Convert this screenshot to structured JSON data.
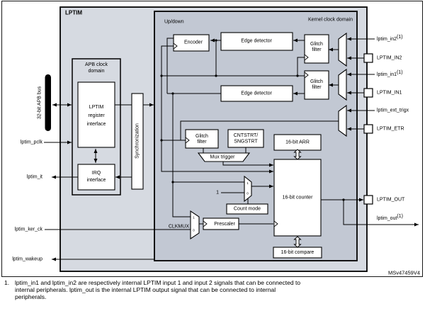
{
  "figure": {
    "title": "LPTIM",
    "kernel_domain_label": "Kernel clock domain",
    "apb_domain_label": [
      "APB clock",
      "domain"
    ],
    "updown_label": "Up/down",
    "bus_label": "32-bit APB bus",
    "watermark": "MSv47459V4"
  },
  "blocks": {
    "register_interface": [
      "LPTIM",
      "register",
      "interface"
    ],
    "irq_interface": [
      "IRQ",
      "interface"
    ],
    "synchronization": "Synchronization",
    "encoder": "Encoder",
    "edge_detector_top": "Edge detector",
    "edge_detector_bottom": "Edge detector",
    "glitch_filter_in2": [
      "Glitch",
      "filter"
    ],
    "glitch_filter_in1": [
      "Glitch",
      "filter"
    ],
    "glitch_filter_trig": [
      "Glitch",
      "filter"
    ],
    "cntstrt_sngstrt": [
      "CNTSTRT/",
      "SNGSTRT"
    ],
    "mux_trigger": "Mux trigger",
    "arr": "16-bit ARR",
    "counter": "16-bit counter",
    "compare": "16-bit compare",
    "count_mode": "Count mode",
    "clkmux": "CLKMUX",
    "prescaler": "Prescaler"
  },
  "signals": {
    "pclk": "lptim_pclk",
    "it": "lptim_it",
    "ker_ck": "lptim_ker_ck",
    "wakeup": "lptim_wakeup",
    "in2": "lptim_in2",
    "in2_sup": "(1)",
    "in1": "lptim_in1",
    "in1_sup": "(1)",
    "ext_trig": "lptim_ext_trigx",
    "out": "lptim_out",
    "out_sup": "(1)"
  },
  "pins": {
    "in2": "LPTIM_IN2",
    "in1": "LPTIM_IN1",
    "etr": "LPTIM_ETR",
    "out": "LPTIM_OUT"
  },
  "mux_values": {
    "one": "1",
    "zero": "0"
  },
  "constants": {
    "count_input_one": "1"
  },
  "colors": {
    "lptim_bg": "#d6dae1",
    "kernel_bg": "#c2c8d3",
    "block_bg": "#ffffff",
    "wire": "#000000"
  },
  "footnote": {
    "number": "1.",
    "lines": [
      "lptim_in1 and lptim_in2 are respectively internal LPTIM input 1 and input 2 signals that can be connected to",
      "internal peripherals. lptim_out is the internal LPTIM output signal that can be connected to internal",
      "peripherals."
    ]
  }
}
